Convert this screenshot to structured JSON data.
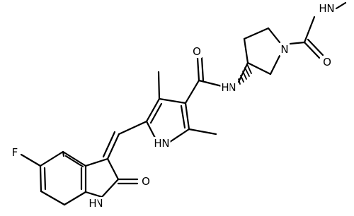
{
  "molecule": {
    "atom_labels": {
      "fluorine": "F",
      "oxindole_oxygen": "O",
      "oxindole_nh": "NH",
      "oxindole_h": "H",
      "oxindole_n": "N",
      "pyrrole_n": "N",
      "pyrrole_h": "H",
      "amide_oxygen": "O",
      "amide_n": "N",
      "amide_h": "H",
      "pyrrolidine_n": "N",
      "urea_oxygen": "O",
      "urea_n": "N",
      "urea_h": "H"
    }
  }
}
